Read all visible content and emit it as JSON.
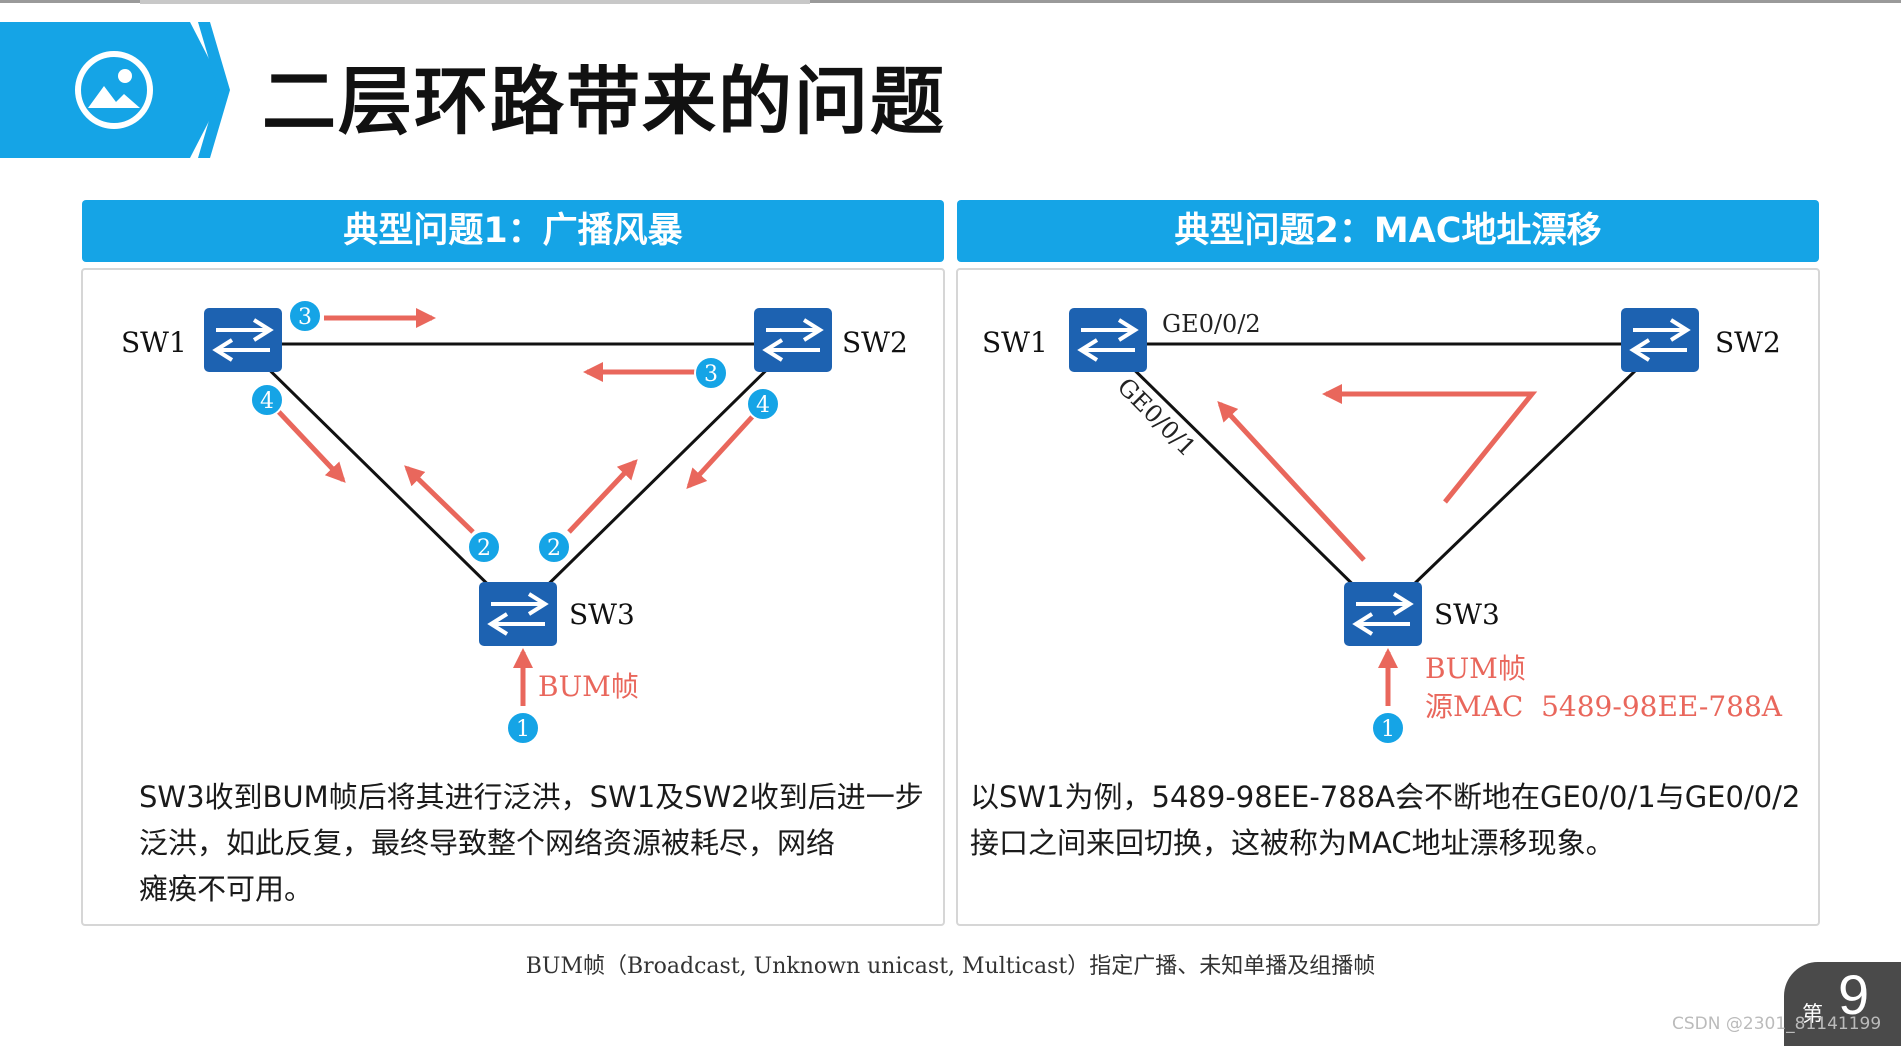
{
  "slide": {
    "title": "二层环路带来的问题",
    "icon": "image-icon",
    "accent_color": "#15a4e6",
    "switch_color": "#1d62b1",
    "arrow_color": "#e9675c"
  },
  "panel1": {
    "header": "典型问题1：广播风暴",
    "switch_labels": {
      "sw1": "SW1",
      "sw2": "SW2",
      "sw3": "SW3"
    },
    "frame_label": "BUM帧",
    "badges": {
      "b1": "1",
      "b2a": "2",
      "b2b": "2",
      "b3a": "3",
      "b3b": "3",
      "b4a": "4",
      "b4b": "4"
    },
    "description": [
      "SW3收到BUM帧后将其进行泛洪，SW1及SW2收到后进一步",
      "泛洪，如此反复，最终导致整个网络资源被耗尽，网络",
      "瘫痪不可用。"
    ]
  },
  "panel2": {
    "header": "典型问题2：MAC地址漂移",
    "switch_labels": {
      "sw1": "SW1",
      "sw2": "SW2",
      "sw3": "SW3"
    },
    "port_labels": {
      "ge2": "GE0/0/2",
      "ge1": "GE0/0/1"
    },
    "frame_label": "BUM帧",
    "source_mac": "源MAC  5489-98EE-788A",
    "badges": {
      "b1": "1"
    },
    "description": [
      "以SW1为例，5489-98EE-788A会不断地在GE0/0/1与GE0/0/2",
      "接口之间来回切换，这被称为MAC地址漂移现象。"
    ]
  },
  "footnote": "BUM帧（Broadcast, Unknown unicast, Multicast）指定广播、未知单播及组播帧",
  "page": {
    "prefix": "第",
    "number": "9"
  },
  "watermark": "CSDN @2301_81141199"
}
